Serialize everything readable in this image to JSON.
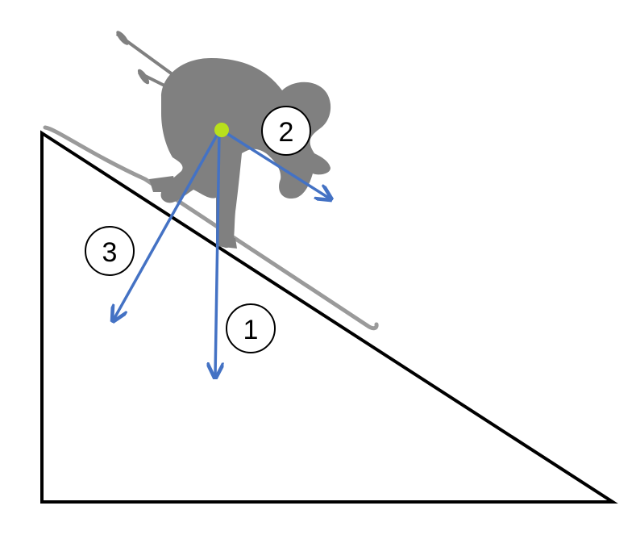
{
  "figure": {
    "description_hidden": "",
    "colors": {
      "slope_outline": "#000000",
      "skier": "#808080",
      "ski": "#909090",
      "vector": "#4472c4",
      "center_of_mass": "#b8e01c"
    },
    "force_labels": [
      {
        "id": "1",
        "text": "1"
      },
      {
        "id": "2",
        "text": "2"
      },
      {
        "id": "3",
        "text": "3"
      }
    ]
  }
}
